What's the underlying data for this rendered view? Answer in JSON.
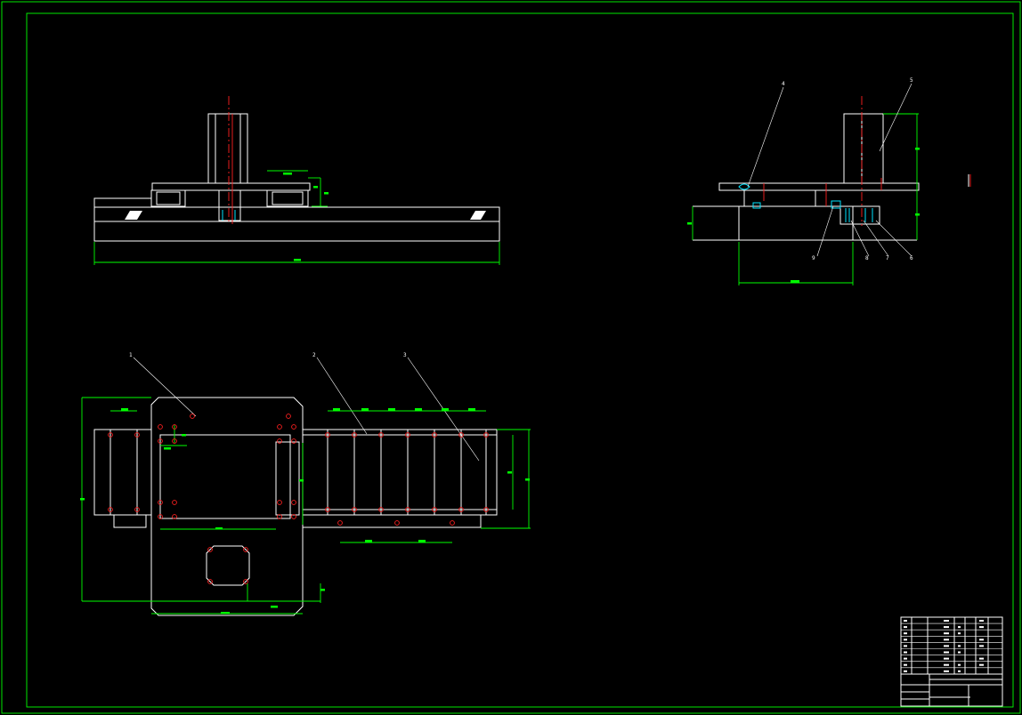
{
  "balloons": {
    "part_1": "1",
    "part_2": "2",
    "part_3": "3",
    "part_4": "4",
    "part_5": "5",
    "part_6": "6",
    "part_7": "7",
    "part_8": "8",
    "part_9": "9"
  },
  "colors": {
    "background": "#000000",
    "frame": "#00ff00",
    "geometry": "#ffffff",
    "centerline": "#ff2020",
    "fastener": "#00e5ff"
  }
}
